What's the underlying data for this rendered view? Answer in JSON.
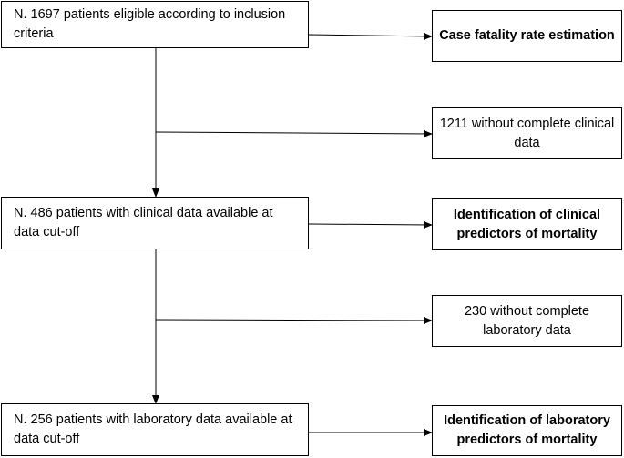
{
  "flowchart": {
    "eligible": "N. 1697 patients eligible according to inclusion criteria",
    "case_fatality": "Case fatality rate estimation",
    "excluded_clinical": "1211 without complete clinical data",
    "clinical_available": "N. 486 patients with clinical data available at data cut-off",
    "clinical_predictors": "Identification of clinical predictors of mortality",
    "excluded_laboratory": "230 without complete laboratory data",
    "laboratory_available": "N. 256 patients with laboratory data available at data cut-off",
    "laboratory_predictors": "Identification of laboratory predictors of mortality"
  },
  "colors": {
    "line": "#000000",
    "box_border": "#000000",
    "background": "#ffffff"
  }
}
